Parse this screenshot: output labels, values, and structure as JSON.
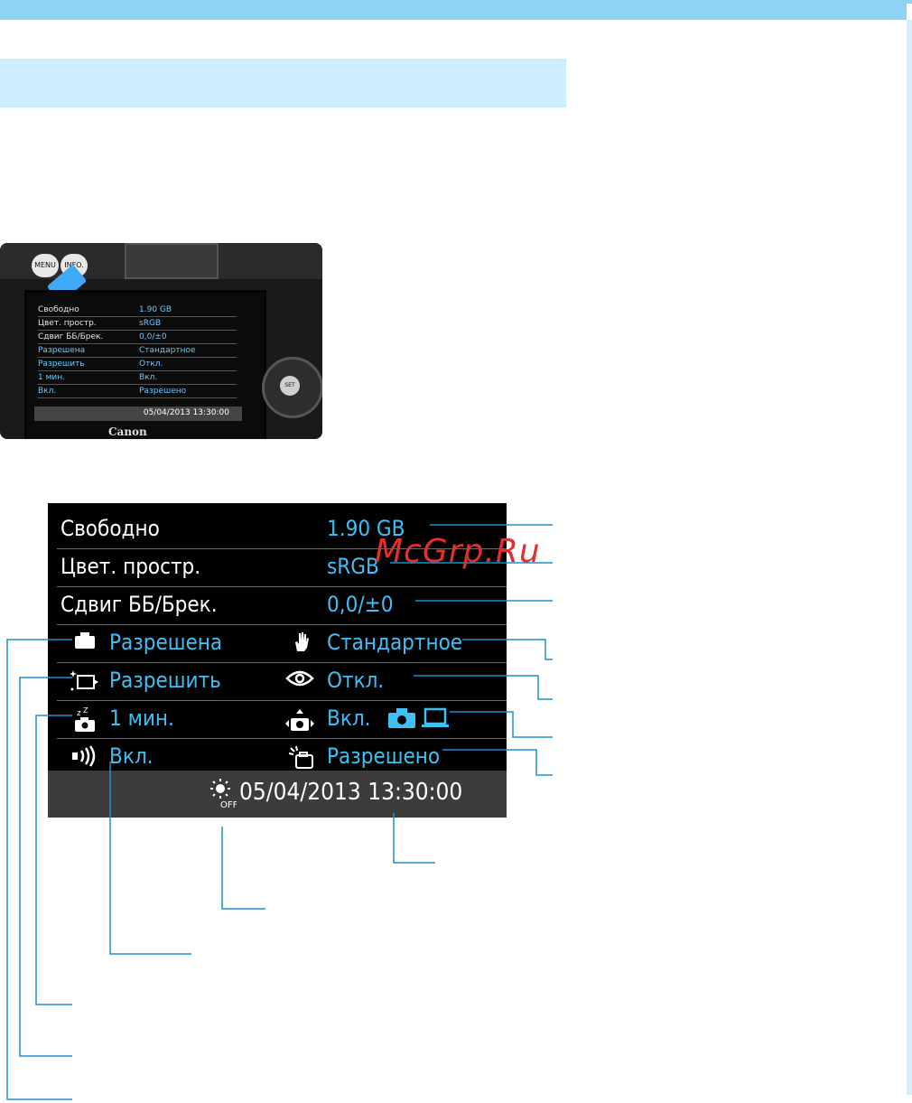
{
  "camera_photo": {
    "buttons": [
      "MENU",
      "INFO."
    ],
    "brand": "Canon",
    "rows": [
      {
        "label": "Свободно",
        "value": "1.90 GB"
      },
      {
        "label": "Цвет. простр.",
        "value": "sRGB"
      },
      {
        "label": "Сдвиг ББ/Брек.",
        "value": "0,0/±0"
      },
      {
        "label": "Разрешена",
        "value": "Стандартное"
      },
      {
        "label": "Разрешить",
        "value": "Откл."
      },
      {
        "label": "1 мин.",
        "value": "Вкл."
      },
      {
        "label": "Вкл.",
        "value": "Разрешено"
      }
    ],
    "datetime": "05/04/2013 13:30:00"
  },
  "screen": {
    "free_label": "Свободно",
    "free_value": "1.90 GB",
    "colorspace_label": "Цвет. простр.",
    "colorspace_value": "sRGB",
    "wb_label": "Сдвиг ББ/Брек.",
    "wb_value": "0,0/±0",
    "shoot_value": "Разрешена",
    "picture_style_value": "Стандартное",
    "sensor_clean_value": "Разрешить",
    "redeye_value": "Откл.",
    "auto_off_value": "1 мин.",
    "eyefi_value": "Вкл.",
    "beep_value": "Вкл.",
    "face_value": "Разрешено",
    "datetime": "05/04/2013  13:30:00",
    "icons": [
      "camera-icon",
      "hand-icon",
      "sensor-clean-icon",
      "eye-icon",
      "sleep-camera-icon",
      "wifi-camera-icon",
      "laptop-icon",
      "beep-icon",
      "face-detect-icon",
      "sun-off-icon"
    ]
  },
  "watermark": "McGrp.Ru",
  "colors": {
    "accent": "#3fc0f5",
    "band": "#8fd3f4",
    "title_bg": "#cdeefc"
  }
}
